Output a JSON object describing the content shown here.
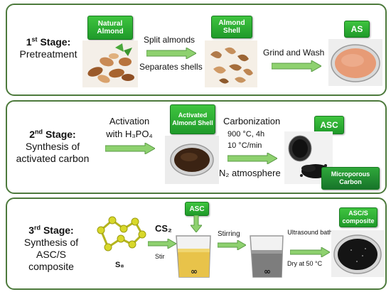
{
  "stage1": {
    "ordinal": "1",
    "suffix": "st",
    "title": "Stage:",
    "subtitle": "Pretreatment",
    "tag_natural": "Natural Almond",
    "step_split": "Split almonds",
    "step_separate": "Separates shells",
    "tag_shell": "Almond Shell",
    "step_grind": "Grind and Wash",
    "tag_as": "AS"
  },
  "stage2": {
    "ordinal": "2",
    "suffix": "nd",
    "title": "Stage:",
    "line1": "Synthesis of",
    "line2": "activated carbon",
    "activation": "Activation",
    "with_acid": "with H₃PO₄",
    "tag_activated": "Activated Almond Shell",
    "carbonization": "Carbonization",
    "temp_time": "900 °C, 4h",
    "rate": "10 °C/min",
    "atmosphere": "N₂ atmosphere",
    "tag_asc": "ASC",
    "tag_micro": "Microporous Carbon"
  },
  "stage3": {
    "ordinal": "3",
    "suffix": "rd",
    "title": "Stage:",
    "line1": "Synthesis of",
    "line2": "ASC/S composite",
    "s8": "S₈",
    "cs2": "CS₂",
    "stir": "Stir",
    "tag_asc": "ASC",
    "stirring": "Stirring",
    "ultrasound": "Ultrasound bath",
    "dry": "Dry at 50 °C",
    "tag_composite": "ASC/S composite"
  },
  "colors": {
    "border": "#4d7a3c",
    "tag_green": "#28ad33",
    "arrow_green": "#8ed16f",
    "sulfur": "#d8d82a"
  }
}
